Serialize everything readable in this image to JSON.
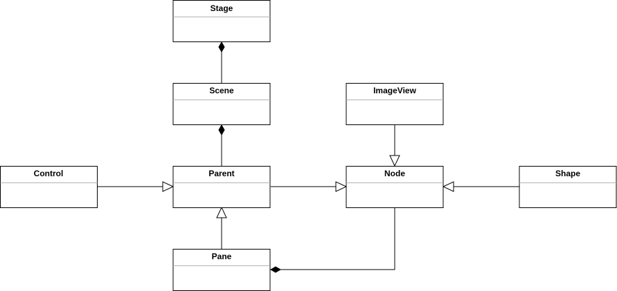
{
  "diagram": {
    "classes": {
      "stage": "Stage",
      "scene": "Scene",
      "imageview": "ImageView",
      "control": "Control",
      "parent": "Parent",
      "node": "Node",
      "shape": "Shape",
      "pane": "Pane"
    },
    "relationships": [
      {
        "from": "Scene",
        "to": "Stage",
        "type": "composition"
      },
      {
        "from": "Parent",
        "to": "Scene",
        "type": "composition"
      },
      {
        "from": "Node",
        "to": "Pane",
        "type": "composition"
      },
      {
        "from": "Control",
        "to": "Parent",
        "type": "generalization"
      },
      {
        "from": "Pane",
        "to": "Parent",
        "type": "generalization"
      },
      {
        "from": "Parent",
        "to": "Node",
        "type": "generalization"
      },
      {
        "from": "ImageView",
        "to": "Node",
        "type": "generalization"
      },
      {
        "from": "Shape",
        "to": "Node",
        "type": "generalization"
      }
    ],
    "colors": {
      "stroke": "#000000",
      "divider": "#b3b3b3",
      "fill": "#ffffff"
    }
  }
}
